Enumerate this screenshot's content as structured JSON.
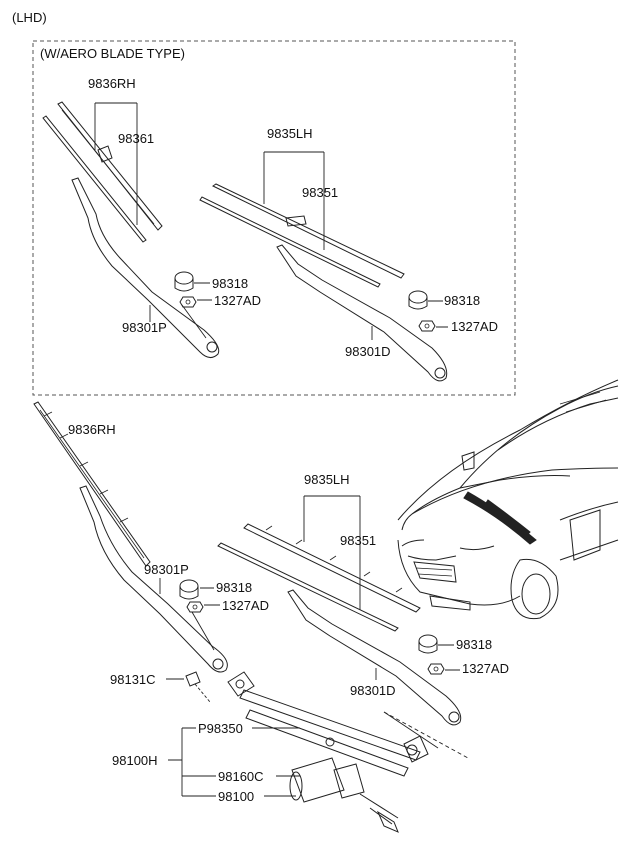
{
  "diagram": {
    "variant": "(LHD)",
    "aero_box_title": "(W/AERO BLADE TYPE)",
    "aero": {
      "rh_blade": "9836RH",
      "rh_refill": "98361",
      "lh_blade": "9835LH",
      "lh_refill": "98351",
      "cap_left": "98318",
      "nut_left": "1327AD",
      "arm_left": "98301P",
      "cap_right": "98318",
      "nut_right": "1327AD",
      "arm_right": "98301D"
    },
    "standard": {
      "rh_blade": "9836RH",
      "lh_blade": "9835LH",
      "lh_refill": "98351",
      "arm_left": "98301P",
      "cap_left": "98318",
      "nut_left": "1327AD",
      "cap_right": "98318",
      "nut_right": "1327AD",
      "arm_right": "98301D",
      "grommet": "98131C",
      "linkage": "P98350",
      "assembly": "98100H",
      "crank": "98160C",
      "motor": "98100"
    }
  }
}
